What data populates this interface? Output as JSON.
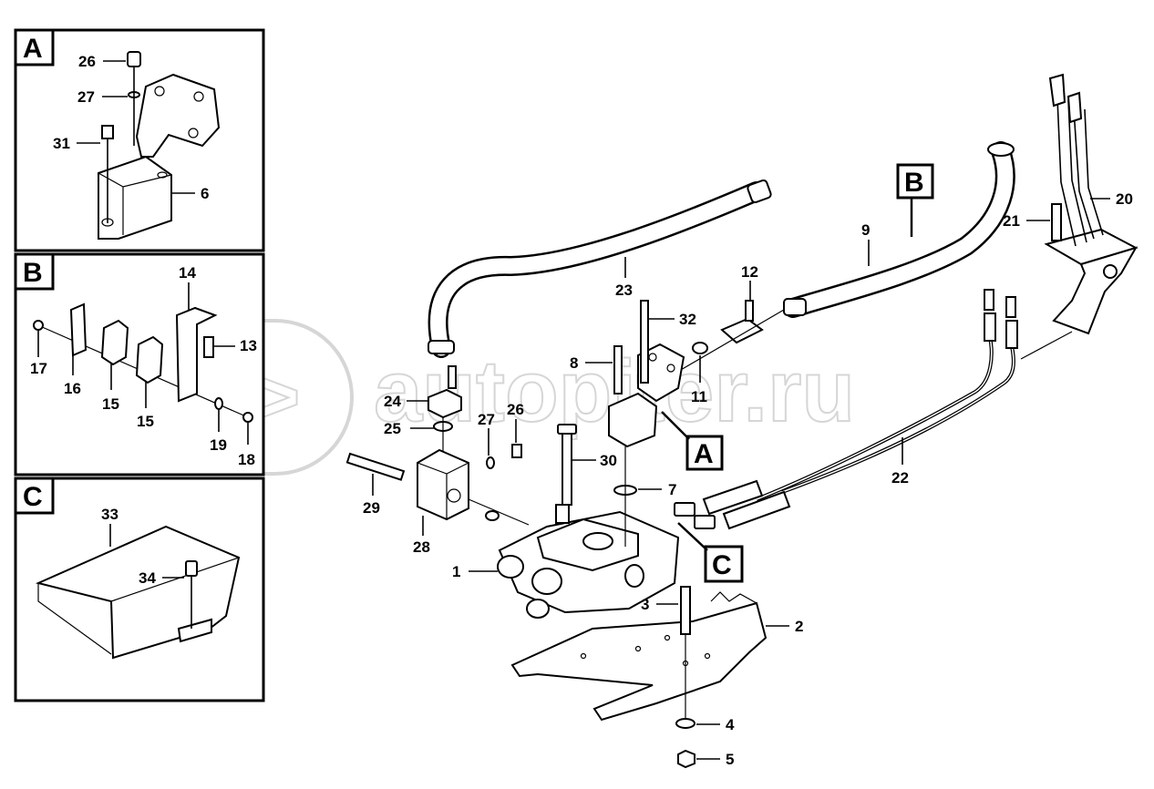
{
  "watermark": "autopiter.ru",
  "inset_boxes": [
    {
      "key": "A",
      "label": "A"
    },
    {
      "key": "B",
      "label": "B"
    },
    {
      "key": "C",
      "label": "C"
    }
  ],
  "callout_boxes": [
    {
      "key": "A",
      "label": "A"
    },
    {
      "key": "B",
      "label": "B"
    },
    {
      "key": "C",
      "label": "C"
    }
  ],
  "part_numbers": {
    "p1": "1",
    "p2": "2",
    "p3": "3",
    "p4": "4",
    "p5": "5",
    "p6": "6",
    "p7": "7",
    "p8": "8",
    "p9": "9",
    "p11": "11",
    "p12": "12",
    "p13": "13",
    "p14": "14",
    "p15a": "15",
    "p15b": "15",
    "p16": "16",
    "p17": "17",
    "p18": "18",
    "p19": "19",
    "p20": "20",
    "p21": "21",
    "p22": "22",
    "p23": "23",
    "p24": "24",
    "p25": "25",
    "p26a": "26",
    "p26b": "26",
    "p27a": "27",
    "p27b": "27",
    "p28": "28",
    "p29": "29",
    "p30": "30",
    "p31": "31",
    "p32": "32",
    "p33": "33",
    "p34": "34"
  }
}
